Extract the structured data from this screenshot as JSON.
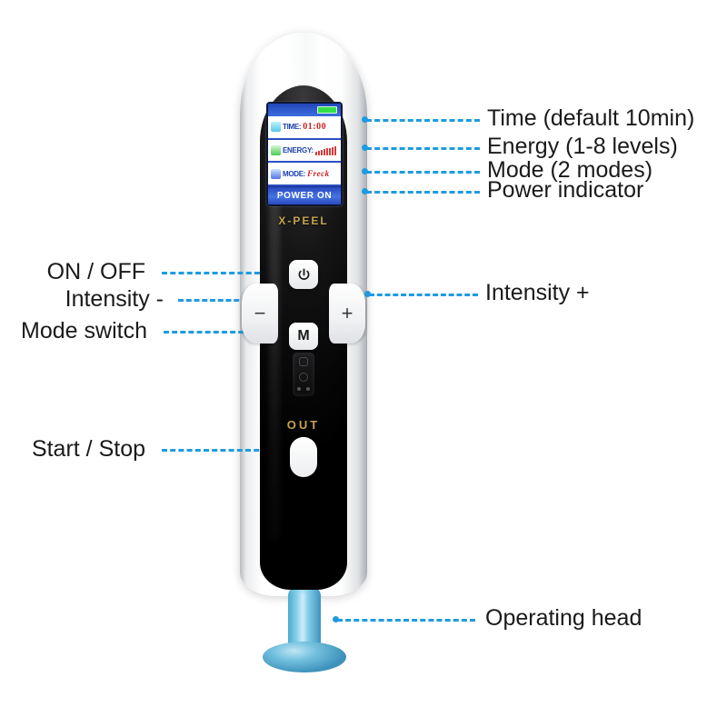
{
  "device": {
    "brand": "X-PEEL",
    "out_label": "OUT",
    "power_icon": "power-icon",
    "mode_button_label": "M",
    "minus_label": "−",
    "plus_label": "+"
  },
  "screen": {
    "rows": [
      {
        "icon": "time-icon",
        "key": "TIME:",
        "value": "01:00"
      },
      {
        "icon": "energy-icon",
        "key": "ENERGY:",
        "value": ""
      },
      {
        "icon": "mode-icon",
        "key": "MODE:",
        "value": "Freck"
      }
    ],
    "energy_level": 8,
    "energy_max": 8,
    "power_status": "POWER ON",
    "battery_icon": "battery-full-icon"
  },
  "callouts": {
    "right": [
      {
        "label": "Time (default 10min)"
      },
      {
        "label": "Energy (1-8 levels)"
      },
      {
        "label": "Mode (2 modes)"
      },
      {
        "label": "Power indicator"
      },
      {
        "label": "Intensity +"
      },
      {
        "label": "Operating head"
      }
    ],
    "left": [
      {
        "label": "ON / OFF"
      },
      {
        "label": "Intensity -"
      },
      {
        "label": "Mode switch"
      },
      {
        "label": "Start / Stop"
      }
    ]
  },
  "colors": {
    "leader": "#1e9be0",
    "screen_blue": "#2f53c8",
    "battery_green": "#34e04a",
    "brand_gold": "#c6a351",
    "head_blue": "#72c0de",
    "energy_red": "#d83a3a"
  }
}
